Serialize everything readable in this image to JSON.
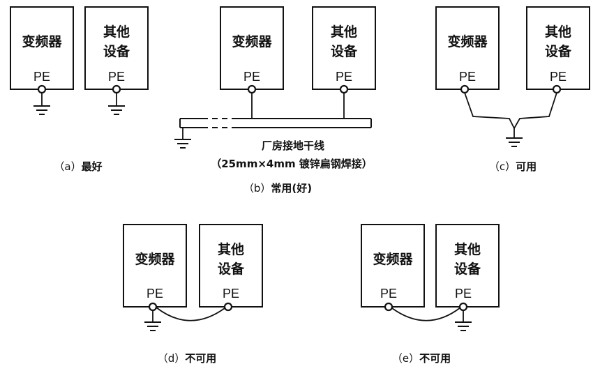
{
  "labels": {
    "inverter": "变频器",
    "other_line1": "其他",
    "other_line2": "设备",
    "pe": "PE"
  },
  "busbar": {
    "line1": "厂房接地干线",
    "line2": "（25mm×4mm 镀锌扁钢焊接）"
  },
  "captions": {
    "a": {
      "tag": "（a）",
      "text": "最好"
    },
    "b": {
      "tag": "（b）",
      "text": "常用(好)"
    },
    "c": {
      "tag": "（c）",
      "text": "可用"
    },
    "d": {
      "tag": "（d）",
      "text": "不可用"
    },
    "e": {
      "tag": "（e）",
      "text": "不可用"
    }
  },
  "colors": {
    "ink": "#111111",
    "background": "#ffffff"
  }
}
